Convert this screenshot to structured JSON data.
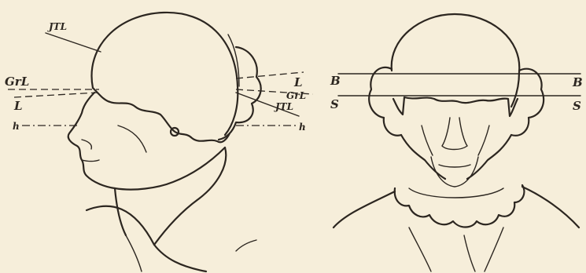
{
  "figure": {
    "colors": {
      "paper": "#f6eeda",
      "ink": "#2c2620"
    },
    "left_panel": {
      "labels": {
        "jtl_left": "JTL",
        "grl_left": "GrL",
        "l_left": "L",
        "h_left": "h",
        "l_right": "L",
        "grl_right": "GrL",
        "jtl_right": "JTL",
        "h_right": "h"
      }
    },
    "right_panel": {
      "labels": {
        "b_left": "B",
        "b_right": "B",
        "s_left": "S",
        "s_right": "S"
      }
    }
  }
}
